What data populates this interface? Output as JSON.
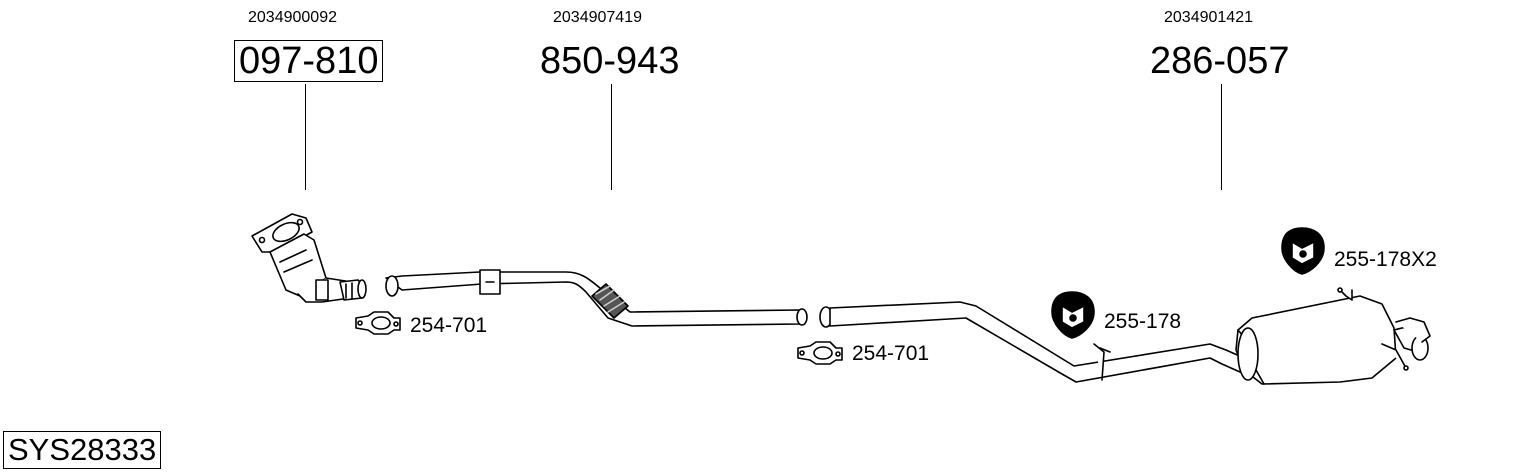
{
  "parts": [
    {
      "oem": "2034900092",
      "number": "097-810"
    },
    {
      "oem": "2034907419",
      "number": "850-943"
    },
    {
      "oem": "2034901421",
      "number": "286-057"
    }
  ],
  "accessories": {
    "clamp_1": "254-701",
    "clamp_2": "254-701",
    "hanger_1": "255-178",
    "hanger_2": "255-178X2"
  },
  "system_id": "SYS28333"
}
